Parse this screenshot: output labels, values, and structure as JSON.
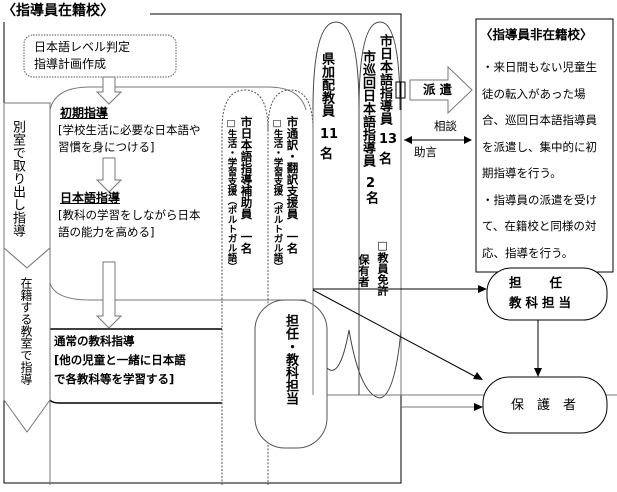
{
  "left_section": {
    "title": "〈指導員在籍校〉",
    "assessment_box": {
      "line1": "日本語レベル判定",
      "line2": "指導計画作成"
    },
    "pullout_label": "別室で取り出し指導",
    "inclass_label": "在籍する教室で指導",
    "initial_guidance": {
      "heading": "初期指導",
      "desc_line1": "[学校生活に必要な日本語や",
      "desc_line2": "習慣を身につける]"
    },
    "japanese_guidance": {
      "heading": "日本語指導",
      "desc_line1": "[教科の学習をしながら日本",
      "desc_line2": "語の能力を高める]"
    },
    "regular_guidance": {
      "heading": "通常の教科指導",
      "desc_line1": "[他の児童と一緒に日本語",
      "desc_line2": "で各教科等を学習する]"
    }
  },
  "staff": {
    "assistant": {
      "title": "市日本語指導補助員　一名",
      "note": "□生活・学習支援（ポルトガル語）"
    },
    "interpreter": {
      "title": "市通訳・翻訳支援員　一名",
      "note": "□生活・学習支援（ポルトガル語）"
    },
    "prefectural": {
      "title": "県加配教員",
      "count": "11",
      "unit": "名"
    },
    "itinerant": {
      "title": "市巡回日本語指導員",
      "count": "2名",
      "note": "保有者"
    },
    "city_instructors": {
      "title": "市日本語指導員",
      "count": "13",
      "unit": "名",
      "note": "□教員免許"
    },
    "homeroom": "担任・教科担当"
  },
  "connectors": {
    "dispatch": "派遣",
    "consult": "相談",
    "advice": "助言"
  },
  "right_section": {
    "title": "〈指導員非在籍校〉",
    "lines": [
      "・来日間もない児童生",
      "徒の転入があった場",
      "合、巡回日本語指導員",
      "を派遣し、集中的に初",
      "期指導を行う。",
      "・指導員の派遣を受け",
      "て、在籍校と同様の対",
      "応、指導を行う。"
    ],
    "homeroom_line1": "担　　任",
    "homeroom_line2": "教科担当",
    "guardian": "保　護　者"
  }
}
